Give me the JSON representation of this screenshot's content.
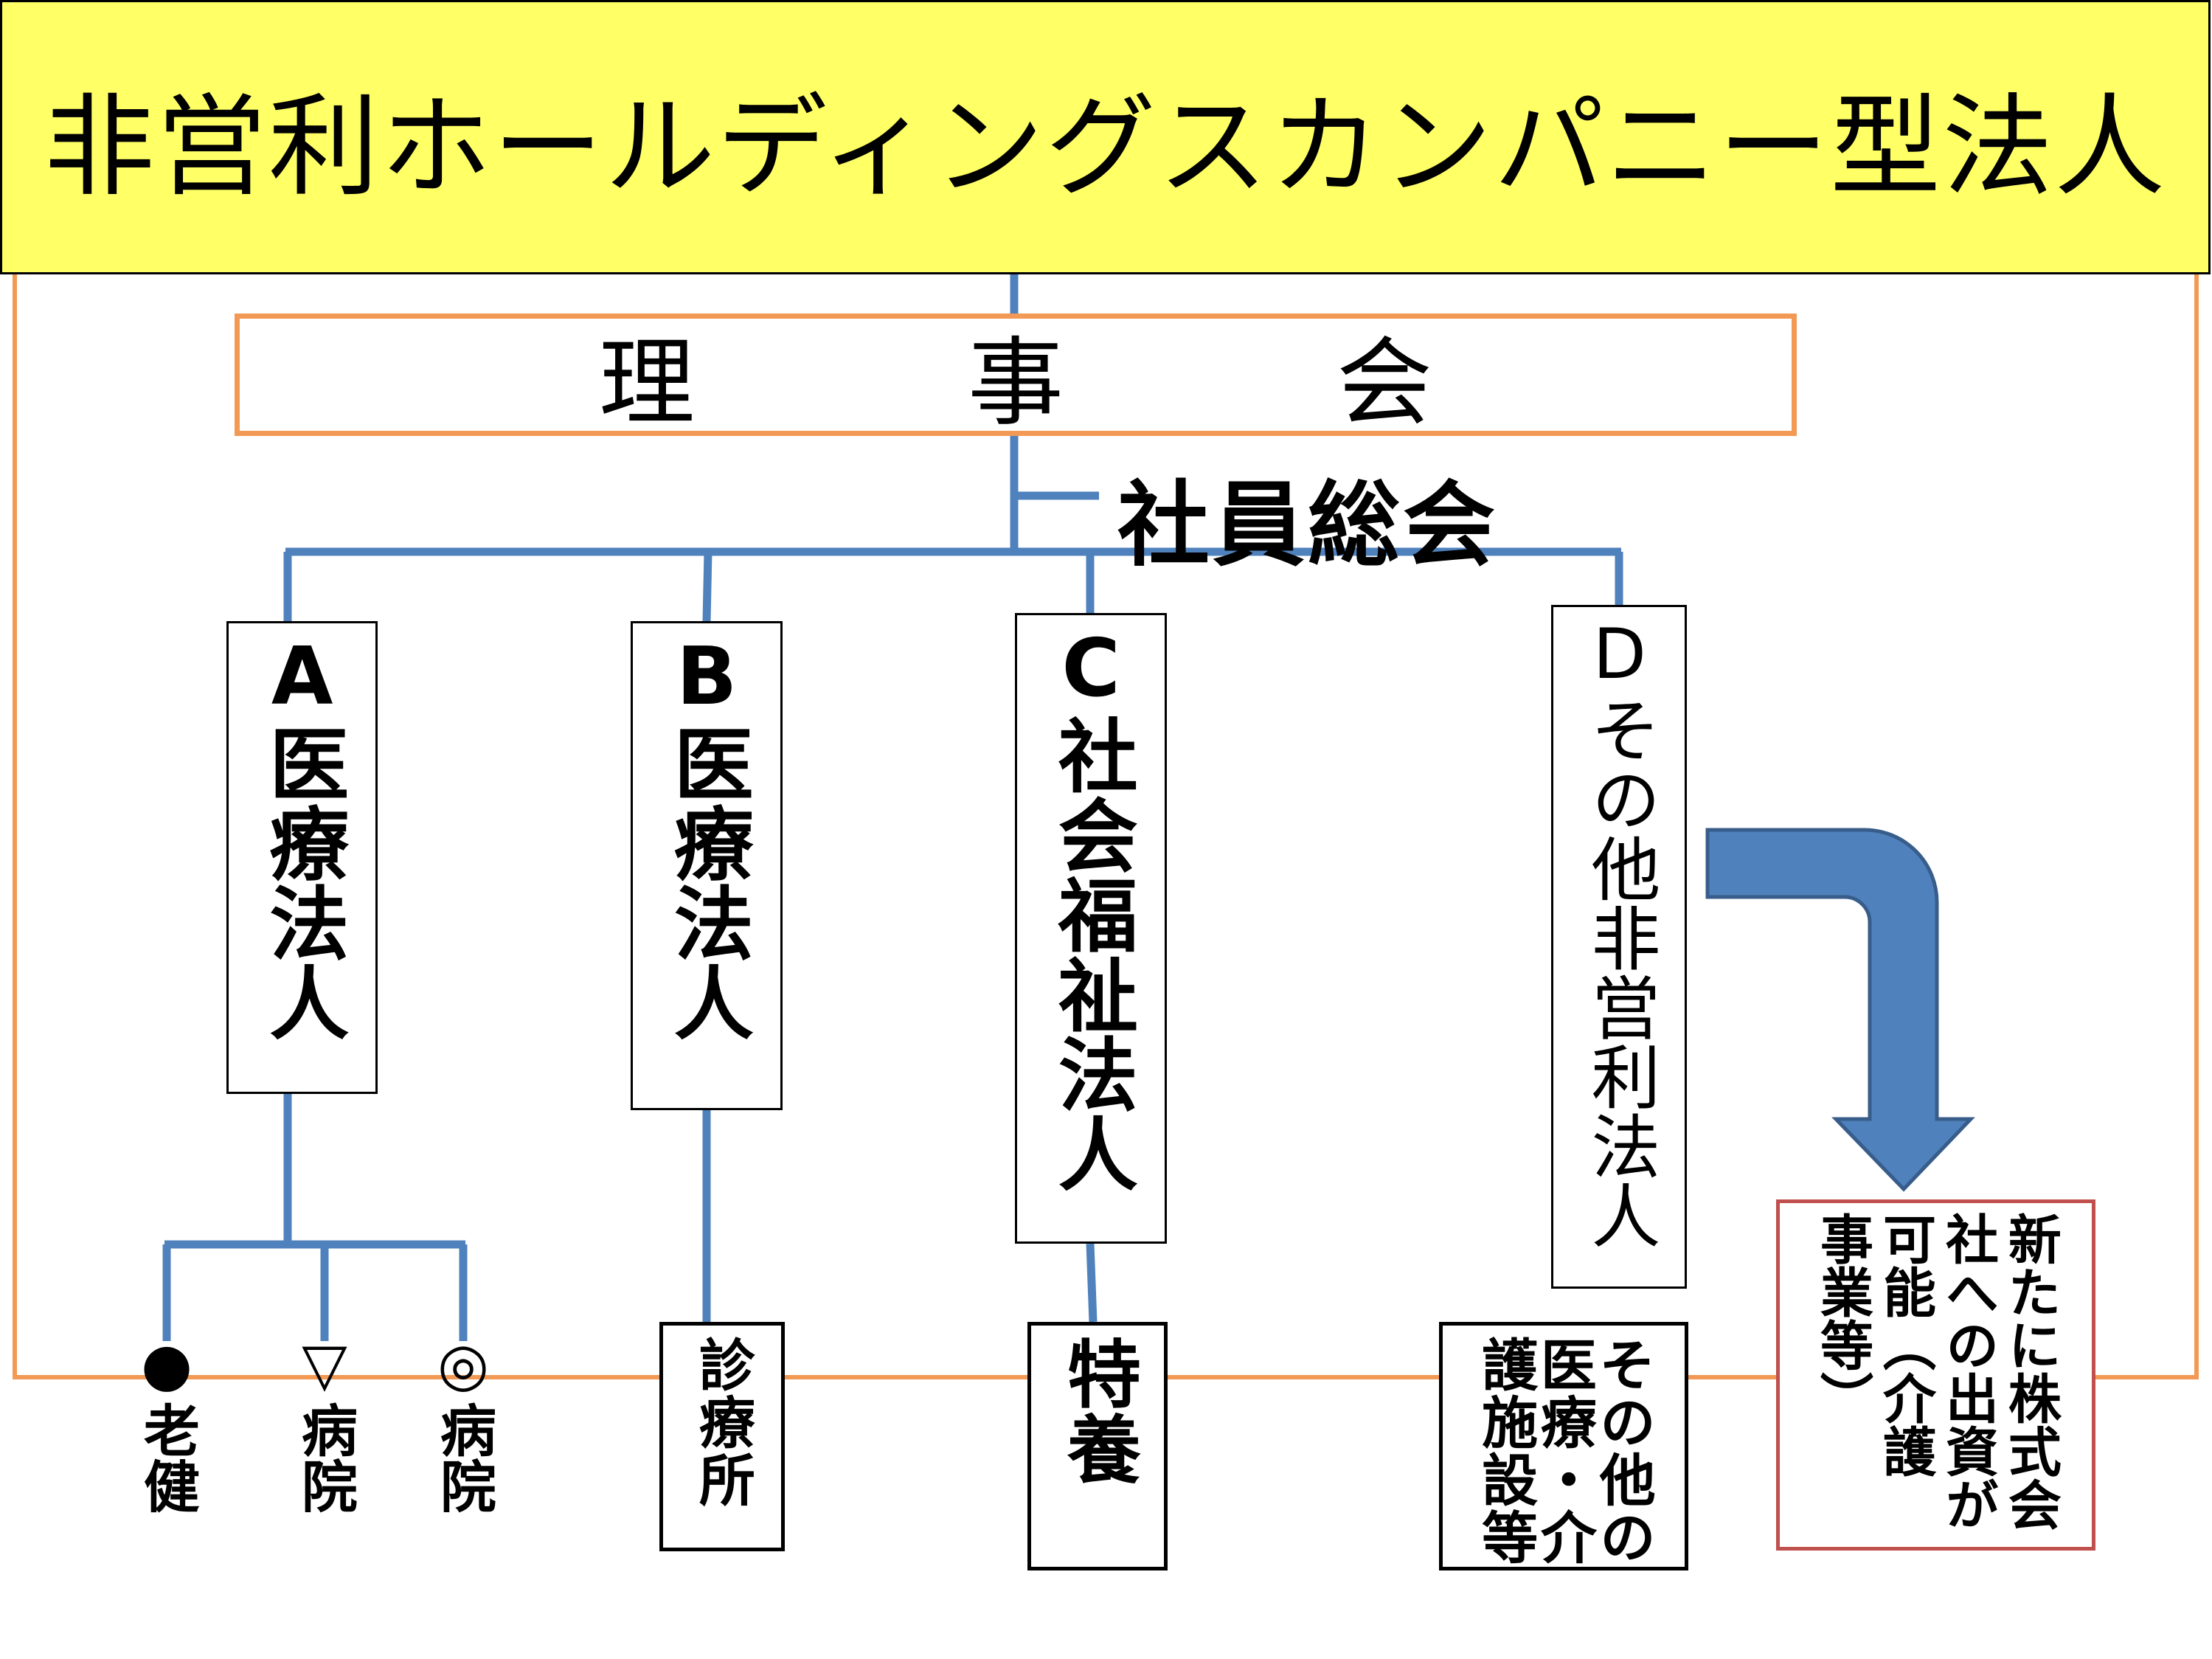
{
  "title": "非営利ホールディングスカンパニー型法人",
  "board": "理　事　会",
  "general_assembly": "社員総会",
  "entities": {
    "a": "A医療法人",
    "b": "B医療法人",
    "c": "C社会福祉法人",
    "d": "Dその他非営利法人"
  },
  "facilities": {
    "a_sub1_symbol": "●",
    "a_sub1_label": "老健",
    "a_sub2_symbol": "▽",
    "a_sub2_label": "病院",
    "a_sub3_symbol": "◎",
    "a_sub3_label": "病院",
    "b_clinic": "診療所",
    "c_special_nursing": "特養",
    "d_other": "その他の\n医療・介\n護施設等"
  },
  "new_company_note": "新たに株式会\n社への出資が\n可能（介護\n事業等）",
  "colors": {
    "title_bg": "#ffff66",
    "org_border": "#f29a55",
    "connector": "#4f81bd",
    "arrow_fill": "#4f81bd",
    "arrow_stroke": "#385d8a",
    "note_border": "#c0504d"
  }
}
